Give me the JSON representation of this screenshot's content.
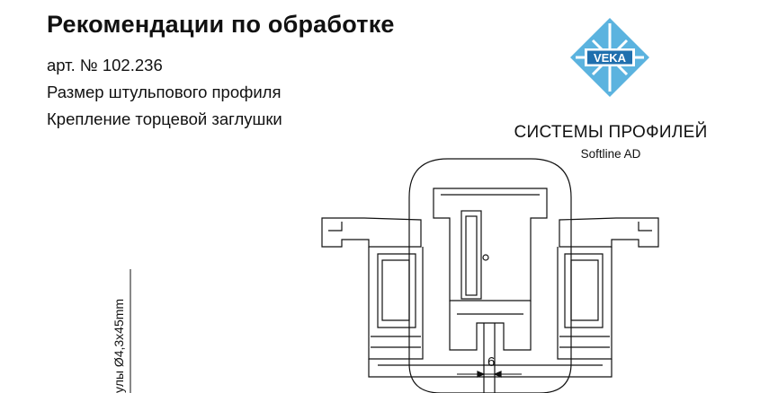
{
  "heading": "Рекомендации по обработке",
  "lines": [
    "арт. № 102.236",
    "Размер штульпового профиля",
    "Крепление торцевой заглушки"
  ],
  "logo": {
    "wordmark": "VEKA",
    "subtitle": "СИСТЕМЫ ПРОФИЛЕЙ",
    "series": "Softline AD",
    "colors": {
      "light": "#5bb3df",
      "dark": "#1f6fae",
      "white": "#ffffff"
    }
  },
  "drawing": {
    "screw_note": "улы Ø4,3x45mm",
    "dimension": "6"
  }
}
